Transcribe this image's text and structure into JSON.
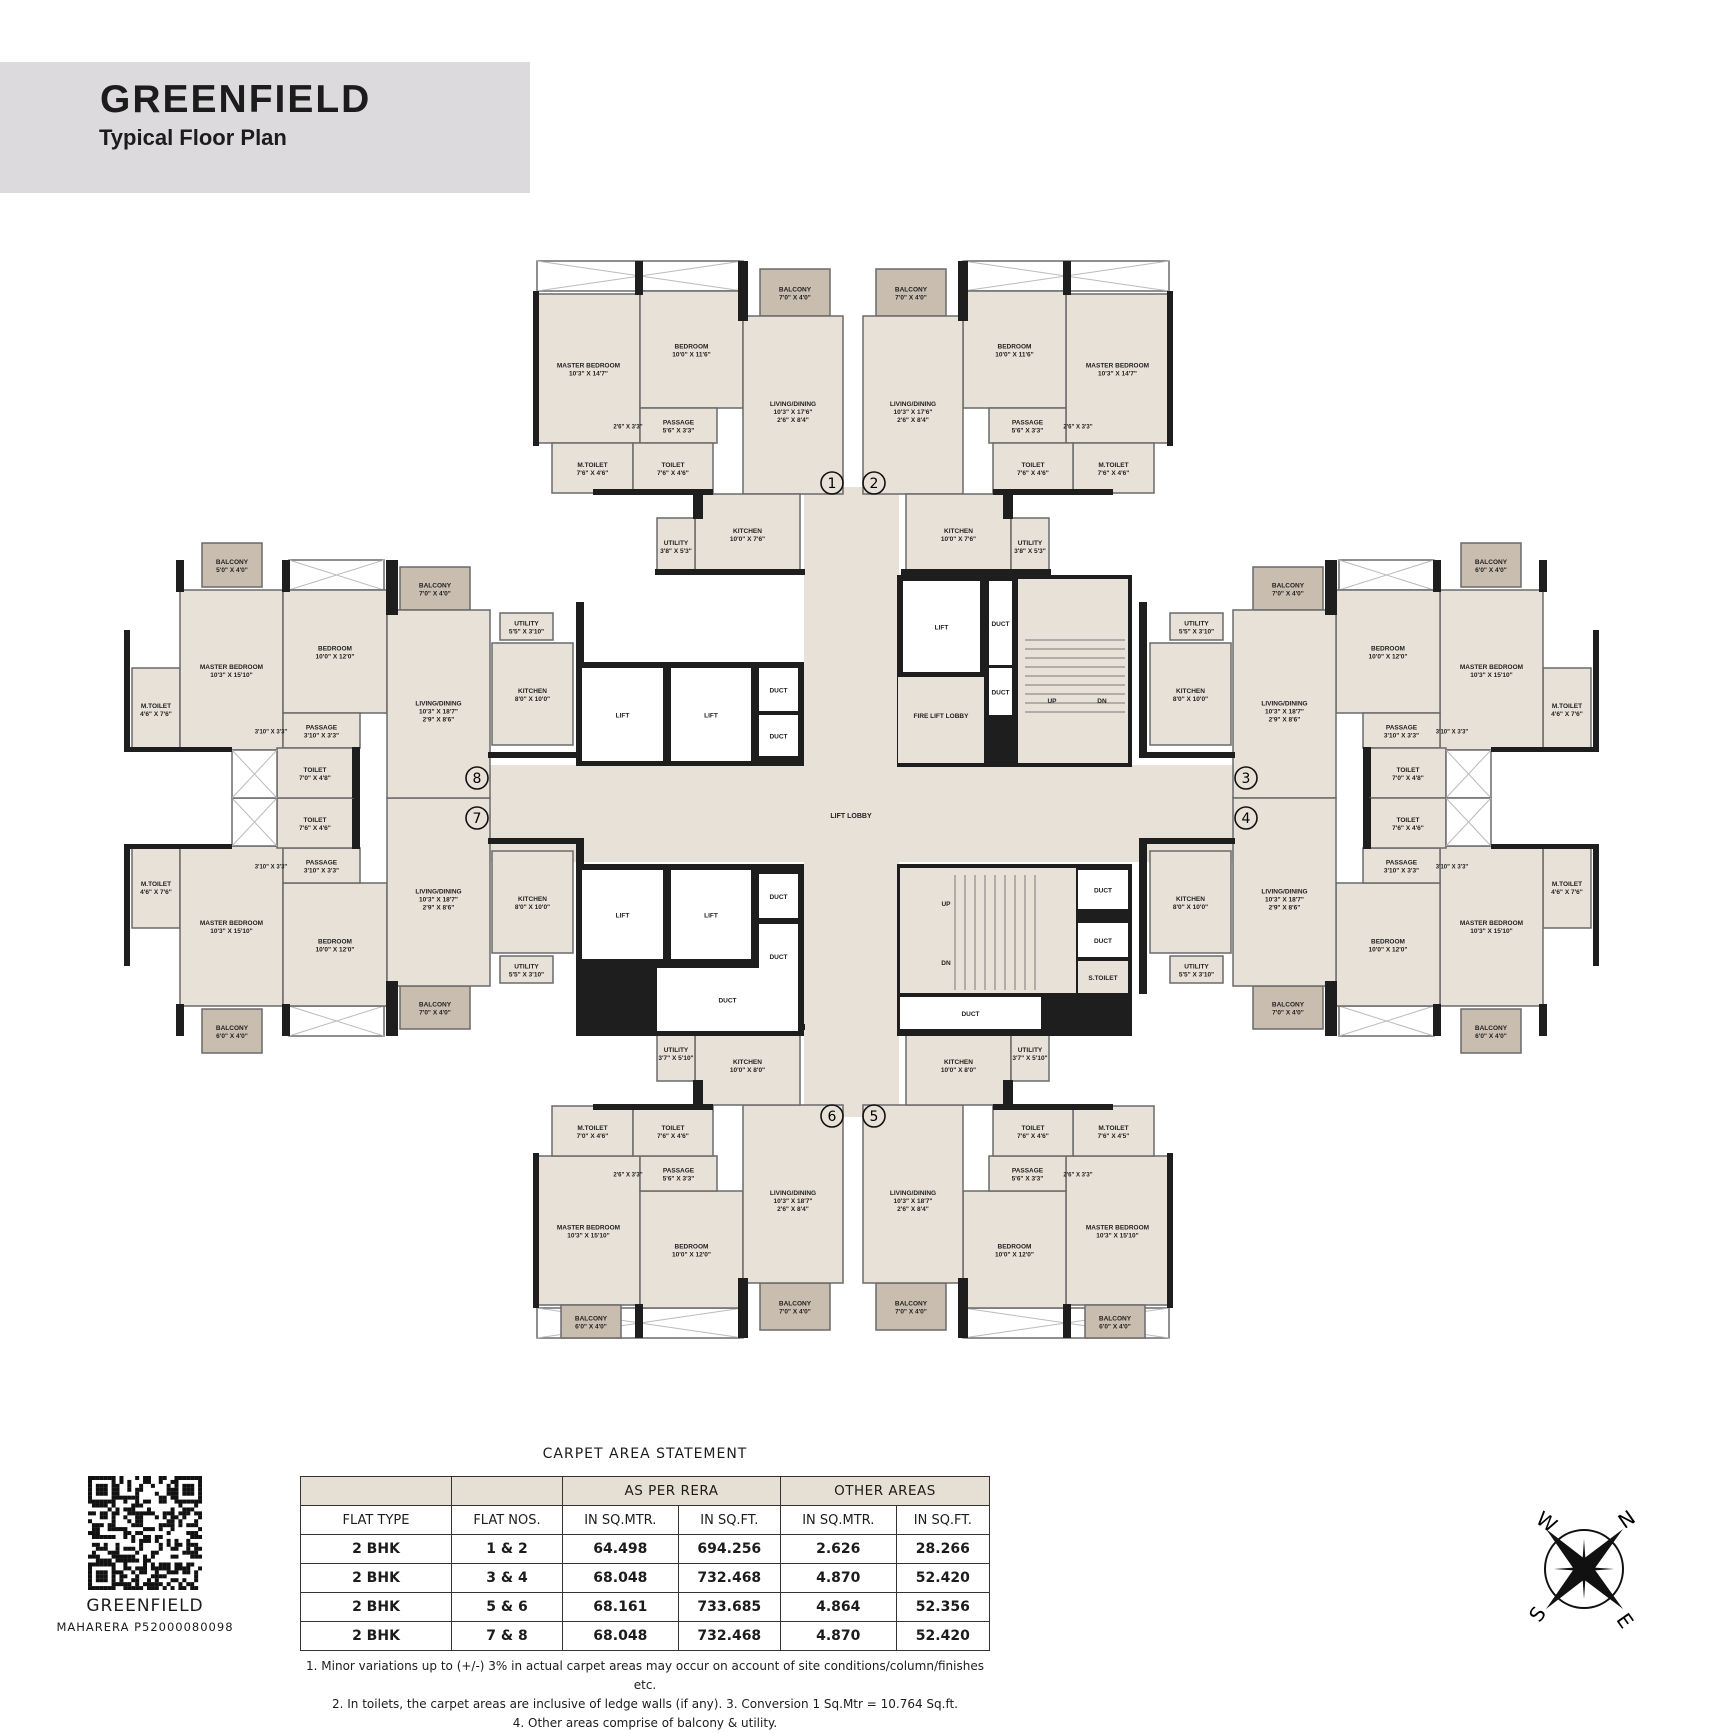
{
  "header": {
    "title": "GREENFIELD",
    "subtitle": "Typical Floor Plan"
  },
  "colors": {
    "floor": "#e8e1d8",
    "wall": "#1e1e1e",
    "balcony": "#c9bdb0",
    "ledge": "#ffffff",
    "title_box": "#dcdadc",
    "table_header": "#e6dfd3"
  },
  "floor_plan": {
    "core": {
      "lift_lobby": "LIFT LOBBY",
      "lift": "LIFT",
      "duct": "DUCT",
      "fire_lift_lobby": "FIRE LIFT LOBBY",
      "up": "UP",
      "dn": "DN",
      "s_toilet": "S.TOILET"
    },
    "flats": [
      {
        "no": "1",
        "rooms": {
          "master": {
            "name": "MASTER BEDROOM",
            "dims": [
              "10'3\" X 14'7\""
            ]
          },
          "bedroom": {
            "name": "BEDROOM",
            "dims": [
              "10'0\" X 11'6\""
            ]
          },
          "balcony": {
            "name": "BALCONY",
            "dims": [
              "7'0\" X 4'0\""
            ]
          },
          "living": {
            "name": "LIVING/DINING",
            "dims": [
              "10'3\" X 17'6\"",
              "2'6\" X 8'4\""
            ]
          },
          "passage": {
            "name": "PASSAGE",
            "dims": [
              "5'6\" X 3'3\""
            ]
          },
          "door_area": {
            "name": "2'6\" X 3'3\"",
            "dims": []
          },
          "mtoilet": {
            "name": "M.TOILET",
            "dims": [
              "7'6\" X 4'6\""
            ]
          },
          "toilet": {
            "name": "TOILET",
            "dims": [
              "7'6\" X 4'6\""
            ]
          },
          "kitchen": {
            "name": "KITCHEN",
            "dims": [
              "10'0\" X 7'6\""
            ]
          },
          "utility": {
            "name": "UTILITY",
            "dims": [
              "3'8\" X 5'3\""
            ]
          }
        }
      },
      {
        "no": "2",
        "rooms": {
          "master": {
            "name": "MASTER BEDROOM",
            "dims": [
              "10'3\" X 14'7\""
            ]
          },
          "bedroom": {
            "name": "BEDROOM",
            "dims": [
              "10'0\" X 11'6\""
            ]
          },
          "balcony": {
            "name": "BALCONY",
            "dims": [
              "7'0\" X 4'0\""
            ]
          },
          "living": {
            "name": "LIVING/DINING",
            "dims": [
              "10'3\" X 17'6\"",
              "2'6\" X 8'4\""
            ]
          },
          "passage": {
            "name": "PASSAGE",
            "dims": [
              "5'6\" X 3'3\""
            ]
          },
          "door_area": {
            "name": "2'6\" X 3'3\"",
            "dims": []
          },
          "mtoilet": {
            "name": "M.TOILET",
            "dims": [
              "7'6\" X 4'6\""
            ]
          },
          "toilet": {
            "name": "TOILET",
            "dims": [
              "7'6\" X 4'6\""
            ]
          },
          "kitchen": {
            "name": "KITCHEN",
            "dims": [
              "10'0\" X 7'6\""
            ]
          },
          "utility": {
            "name": "UTILITY",
            "dims": [
              "3'8\" X 5'3\""
            ]
          }
        }
      },
      {
        "no": "3",
        "rooms": {
          "master": {
            "name": "MASTER BEDROOM",
            "dims": [
              "10'3\" X 15'10\""
            ]
          },
          "bedroom": {
            "name": "BEDROOM",
            "dims": [
              "10'0\" X 12'0\""
            ]
          },
          "balcony": {
            "name": "BALCONY",
            "dims": [
              "7'0\" X 4'0\""
            ]
          },
          "balcony2": {
            "name": "BALCONY",
            "dims": [
              "6'0\" X 4'0\""
            ]
          },
          "living": {
            "name": "LIVING/DINING",
            "dims": [
              "10'3\" X 18'7\"",
              "2'9\" X 8'6\""
            ]
          },
          "passage": {
            "name": "PASSAGE",
            "dims": [
              "3'10\" X 3'3\""
            ]
          },
          "door_area": {
            "name": "3'10\" X 3'3\"",
            "dims": []
          },
          "mtoilet": {
            "name": "M.TOILET",
            "dims": [
              "4'6\" X 7'6\""
            ]
          },
          "toilet": {
            "name": "TOILET",
            "dims": [
              "7'0\" X 4'8\""
            ]
          },
          "kitchen": {
            "name": "KITCHEN",
            "dims": [
              "8'0\" X 10'0\""
            ]
          },
          "utility": {
            "name": "UTILITY",
            "dims": [
              "5'5\" X 3'10\""
            ]
          }
        }
      },
      {
        "no": "4",
        "rooms": {
          "master": {
            "name": "MASTER BEDROOM",
            "dims": [
              "10'3\" X 15'10\""
            ]
          },
          "bedroom": {
            "name": "BEDROOM",
            "dims": [
              "10'0\" X 12'0\""
            ]
          },
          "balcony": {
            "name": "BALCONY",
            "dims": [
              "7'0\" X 4'0\""
            ]
          },
          "balcony2": {
            "name": "BALCONY",
            "dims": [
              "6'0\" X 4'0\""
            ]
          },
          "living": {
            "name": "LIVING/DINING",
            "dims": [
              "10'3\" X 18'7\"",
              "2'9\" X 8'6\""
            ]
          },
          "passage": {
            "name": "PASSAGE",
            "dims": [
              "3'10\" X 3'3\""
            ]
          },
          "door_area": {
            "name": "3'10\" X 3'3\"",
            "dims": []
          },
          "mtoilet": {
            "name": "M.TOILET",
            "dims": [
              "4'6\" X 7'6\""
            ]
          },
          "toilet": {
            "name": "TOILET",
            "dims": [
              "7'6\" X 4'6\""
            ]
          },
          "kitchen": {
            "name": "KITCHEN",
            "dims": [
              "8'0\" X 10'0\""
            ]
          },
          "utility": {
            "name": "UTILITY",
            "dims": [
              "5'5\" X 3'10\""
            ]
          }
        }
      },
      {
        "no": "5",
        "rooms": {
          "master": {
            "name": "MASTER BEDROOM",
            "dims": [
              "10'3\" X 15'10\""
            ]
          },
          "bedroom": {
            "name": "BEDROOM",
            "dims": [
              "10'0\" X 12'0\""
            ]
          },
          "balcony": {
            "name": "BALCONY",
            "dims": [
              "7'0\" X 4'0\""
            ]
          },
          "balcony2": {
            "name": "BALCONY",
            "dims": [
              "6'0\" X 4'0\""
            ]
          },
          "living": {
            "name": "LIVING/DINING",
            "dims": [
              "10'3\" X 18'7\"",
              "2'6\" X 8'4\""
            ]
          },
          "passage": {
            "name": "PASSAGE",
            "dims": [
              "5'6\" X 3'3\""
            ]
          },
          "door_area": {
            "name": "2'6\" X 3'3\"",
            "dims": []
          },
          "mtoilet": {
            "name": "M.TOILET",
            "dims": [
              "7'6\" X 4'5\""
            ]
          },
          "toilet": {
            "name": "TOILET",
            "dims": [
              "7'6\" X 4'6\""
            ]
          },
          "kitchen": {
            "name": "KITCHEN",
            "dims": [
              "10'0\" X 8'0\""
            ]
          },
          "utility": {
            "name": "UTILITY",
            "dims": [
              "3'7\" X 5'10\""
            ]
          }
        }
      },
      {
        "no": "6",
        "rooms": {
          "master": {
            "name": "MASTER BEDROOM",
            "dims": [
              "10'3\" X 15'10\""
            ]
          },
          "bedroom": {
            "name": "BEDROOM",
            "dims": [
              "10'0\" X 12'0\""
            ]
          },
          "balcony": {
            "name": "BALCONY",
            "dims": [
              "7'0\" X 4'0\""
            ]
          },
          "balcony2": {
            "name": "BALCONY",
            "dims": [
              "6'0\" X 4'0\""
            ]
          },
          "living": {
            "name": "LIVING/DINING",
            "dims": [
              "10'3\" X 18'7\"",
              "2'6\" X 8'4\""
            ]
          },
          "passage": {
            "name": "PASSAGE",
            "dims": [
              "5'6\" X 3'3\""
            ]
          },
          "door_area": {
            "name": "2'6\" X 3'3\"",
            "dims": []
          },
          "mtoilet": {
            "name": "M.TOILET",
            "dims": [
              "7'0\" X 4'6\""
            ]
          },
          "toilet": {
            "name": "TOILET",
            "dims": [
              "7'6\" X 4'6\""
            ]
          },
          "kitchen": {
            "name": "KITCHEN",
            "dims": [
              "10'0\" X 8'0\""
            ]
          },
          "utility": {
            "name": "UTILITY",
            "dims": [
              "3'7\" X 5'10\""
            ]
          }
        }
      },
      {
        "no": "7",
        "rooms": {
          "master": {
            "name": "MASTER BEDROOM",
            "dims": [
              "10'3\" X 15'10\""
            ]
          },
          "bedroom": {
            "name": "BEDROOM",
            "dims": [
              "10'0\" X 12'0\""
            ]
          },
          "balcony": {
            "name": "BALCONY",
            "dims": [
              "7'0\" X 4'0\""
            ]
          },
          "balcony2": {
            "name": "BALCONY",
            "dims": [
              "6'0\" X 4'0\""
            ]
          },
          "living": {
            "name": "LIVING/DINING",
            "dims": [
              "10'3\" X 18'7\"",
              "2'9\" X 8'6\""
            ]
          },
          "passage": {
            "name": "PASSAGE",
            "dims": [
              "3'10\" X 3'3\""
            ]
          },
          "door_area": {
            "name": "3'10\" X 3'3\"",
            "dims": []
          },
          "mtoilet": {
            "name": "M.TOILET",
            "dims": [
              "4'6\" X 7'6\""
            ]
          },
          "toilet": {
            "name": "TOILET",
            "dims": [
              "7'6\" X 4'6\""
            ]
          },
          "kitchen": {
            "name": "KITCHEN",
            "dims": [
              "8'0\" X 10'0\""
            ]
          },
          "utility": {
            "name": "UTILITY",
            "dims": [
              "5'5\" X 3'10\""
            ]
          }
        }
      },
      {
        "no": "8",
        "rooms": {
          "master": {
            "name": "MASTER BEDROOM",
            "dims": [
              "10'3\" X 15'10\""
            ]
          },
          "bedroom": {
            "name": "BEDROOM",
            "dims": [
              "10'0\" X 12'0\""
            ]
          },
          "balcony": {
            "name": "BALCONY",
            "dims": [
              "7'0\" X 4'0\""
            ]
          },
          "balcony2": {
            "name": "BALCONY",
            "dims": [
              "5'0\" X 4'0\""
            ]
          },
          "living": {
            "name": "LIVING/DINING",
            "dims": [
              "10'3\" X 18'7\"",
              "2'9\" X 8'6\""
            ]
          },
          "passage": {
            "name": "PASSAGE",
            "dims": [
              "3'10\" X 3'3\""
            ]
          },
          "door_area": {
            "name": "3'10\" X 3'3\"",
            "dims": []
          },
          "mtoilet": {
            "name": "M.TOILET",
            "dims": [
              "4'6\" X 7'6\""
            ]
          },
          "toilet": {
            "name": "TOILET",
            "dims": [
              "7'0\" X 4'8\""
            ]
          },
          "kitchen": {
            "name": "KITCHEN",
            "dims": [
              "8'0\" X 10'0\""
            ]
          },
          "utility": {
            "name": "UTILITY",
            "dims": [
              "5'5\" X 3'10\""
            ]
          }
        }
      }
    ]
  },
  "carpet_area": {
    "title": "CARPET AREA STATEMENT",
    "group_headers": [
      "AS PER RERA",
      "OTHER AREAS"
    ],
    "columns": [
      "FLAT TYPE",
      "FLAT NOS.",
      "IN SQ.MTR.",
      "IN SQ.FT.",
      "IN SQ.MTR.",
      "IN SQ.FT."
    ],
    "rows": [
      [
        "2 BHK",
        "1 & 2",
        "64.498",
        "694.256",
        "2.626",
        "28.266"
      ],
      [
        "2 BHK",
        "3 & 4",
        "68.048",
        "732.468",
        "4.870",
        "52.420"
      ],
      [
        "2 BHK",
        "5 & 6",
        "68.161",
        "733.685",
        "4.864",
        "52.356"
      ],
      [
        "2 BHK",
        "7 & 8",
        "68.048",
        "732.468",
        "4.870",
        "52.420"
      ]
    ],
    "notes": [
      "1. Minor variations up to (+/-) 3% in actual carpet areas may occur on account of site conditions/column/finishes etc.",
      "2. In toilets, the carpet areas are inclusive of ledge walls (if any). 3. Conversion 1 Sq.Mtr = 10.764 Sq.ft.",
      "4. Other areas comprise of balcony & utility."
    ]
  },
  "qr": {
    "project": "GREENFIELD",
    "registration": "MAHARERA P52000080098"
  },
  "compass": {
    "icon": "compass-rose-icon",
    "n": "N",
    "e": "E",
    "s": "S",
    "w": "W"
  }
}
